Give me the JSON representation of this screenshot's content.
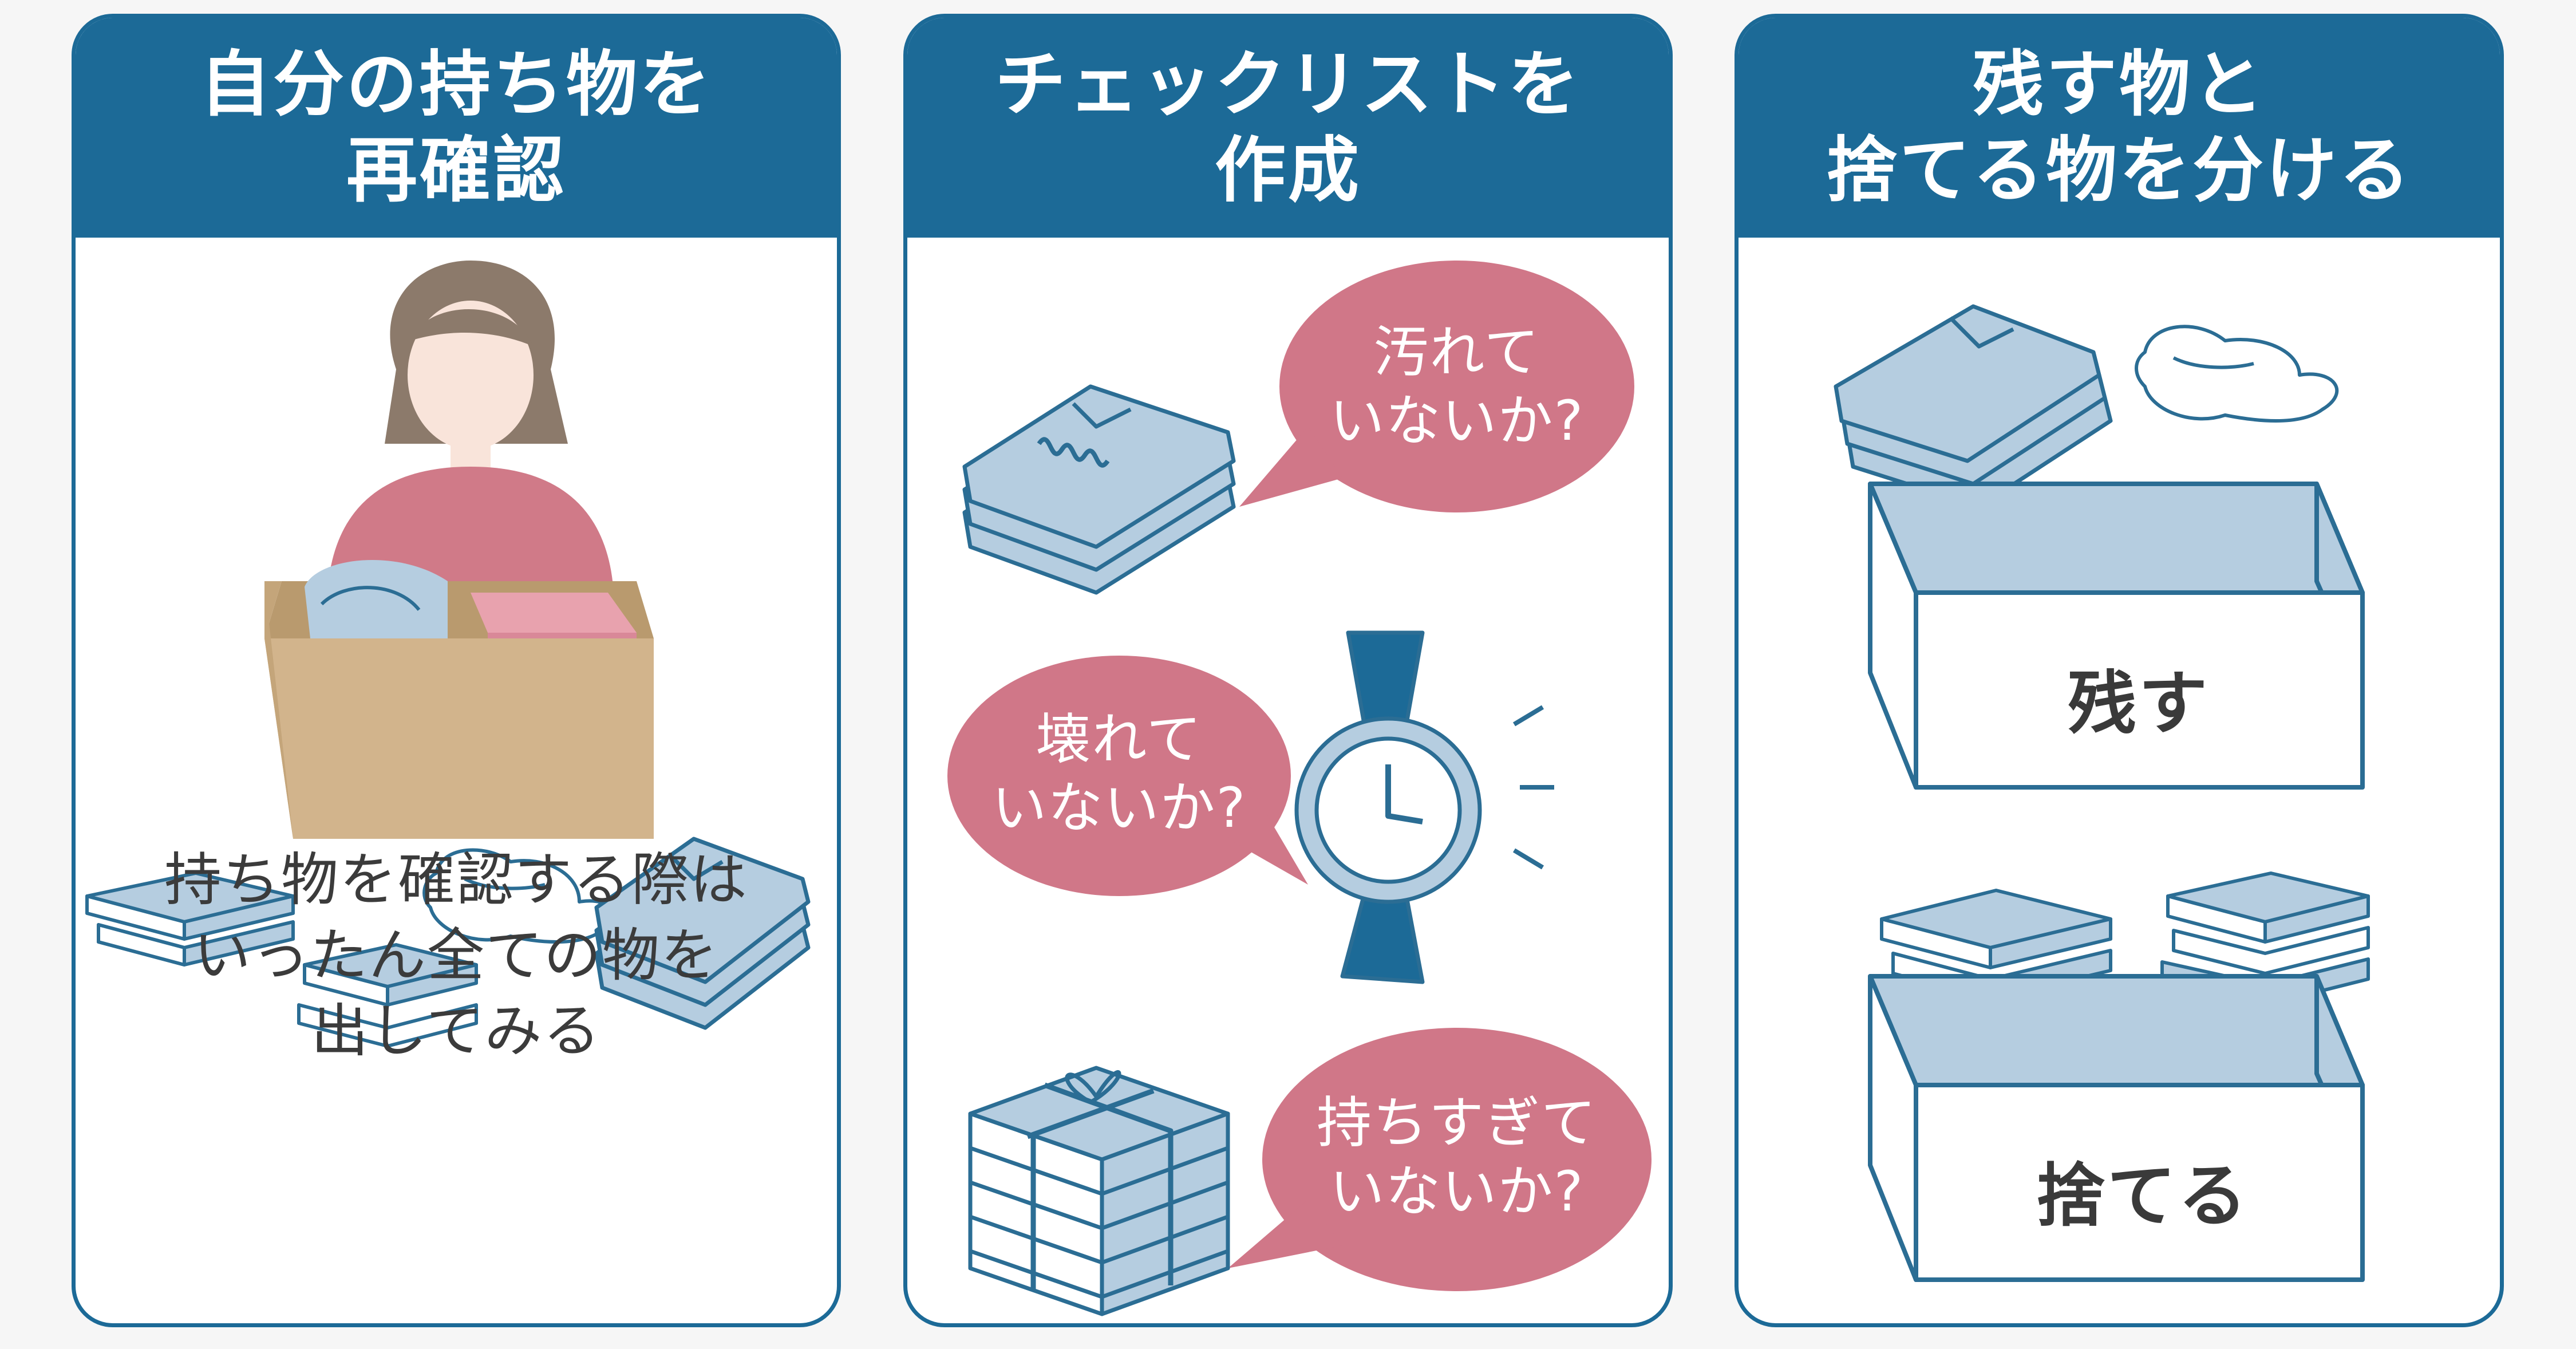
{
  "panels": [
    {
      "title_lines": [
        "自分の持ち物を",
        "再確認"
      ],
      "caption_lines": [
        "持ち物を確認する際は",
        "いったん全ての物を",
        "出してみる"
      ]
    },
    {
      "title_lines": [
        "チェックリストを",
        "作成"
      ],
      "bubbles": [
        {
          "lines": [
            "汚れて",
            "いないか?"
          ]
        },
        {
          "lines": [
            "壊れて",
            "いないか?"
          ]
        },
        {
          "lines": [
            "持ちすぎて",
            "いないか?"
          ]
        }
      ]
    },
    {
      "title_lines": [
        "残す物と",
        "捨てる物を分ける"
      ],
      "boxes": [
        {
          "label": "残す"
        },
        {
          "label": "捨てる"
        }
      ]
    }
  ],
  "colors": {
    "header": "#1c6a97",
    "bubble": "#d07788",
    "item_blue": "#b5cde0",
    "outline": "#2b6d94",
    "cardboard": "#d2b48c",
    "person_shirt": "#d07a88"
  }
}
